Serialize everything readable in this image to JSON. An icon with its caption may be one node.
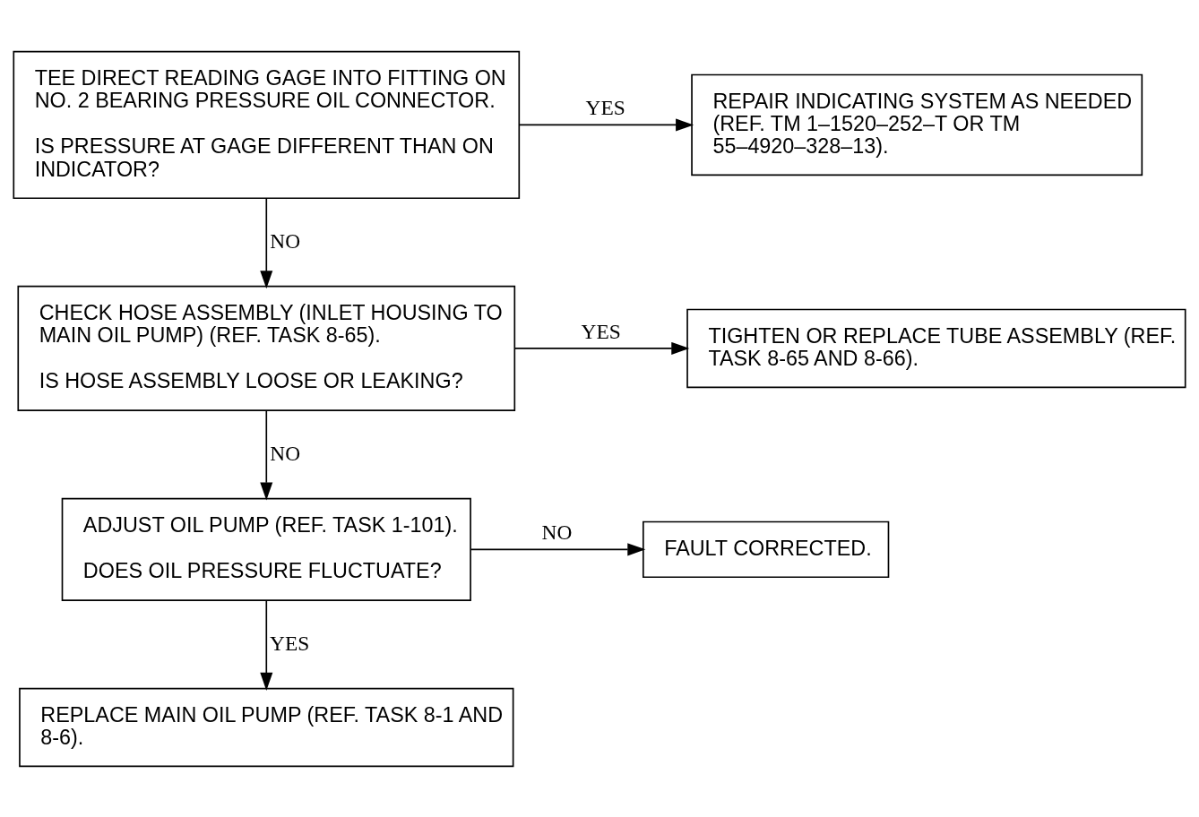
{
  "diagram": {
    "nodes": [
      {
        "text": [
          "TEE DIRECT READING GAGE INTO FITTING ON NO. 2 BEARING PRESSURE OIL CONNECTOR.",
          "IS PRESSURE AT GAGE DIFFERENT THAN ON INDICATOR?"
        ]
      },
      {
        "text": [
          "REPAIR INDICATING SYSTEM AS NEEDED (REF. TM 1–1520–252–T OR TM 55–4920–328–13)."
        ]
      },
      {
        "text": [
          "CHECK HOSE ASSEMBLY (INLET HOUSING TO MAIN OIL PUMP) (REF. TASK 8-65).",
          "IS HOSE ASSEMBLY LOOSE OR LEAKING?"
        ]
      },
      {
        "text": [
          "TIGHTEN OR REPLACE TUBE ASSEMBLY (REF. TASK 8-65 AND 8-66)."
        ]
      },
      {
        "text": [
          "ADJUST OIL PUMP (REF. TASK 1-101).",
          "DOES OIL PRESSURE FLUCTUATE?"
        ]
      },
      {
        "text": [
          "FAULT CORRECTED."
        ]
      },
      {
        "text": [
          "REPLACE MAIN OIL PUMP (REF. TASK 8-1 AND 8-6)."
        ]
      }
    ],
    "edges": [
      {
        "from": 0,
        "to": 1,
        "arrow": "to",
        "label": "YES"
      },
      {
        "from": 0,
        "to": 2,
        "arrow": "to",
        "label": "NO"
      },
      {
        "from": 2,
        "to": 3,
        "arrow": "to",
        "label": "YES"
      },
      {
        "from": 2,
        "to": 4,
        "arrow": "to",
        "label": "NO"
      },
      {
        "from": 4,
        "to": 5,
        "arrow": "to",
        "label": "NO"
      },
      {
        "from": 4,
        "to": 6,
        "arrow": "to",
        "label": "YES"
      }
    ]
  }
}
